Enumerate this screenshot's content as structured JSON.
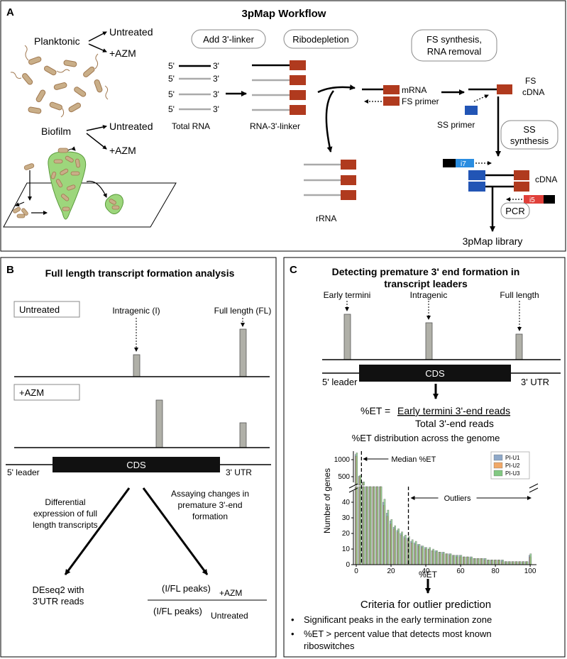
{
  "panel_a": {
    "letter": "A",
    "title": "3pMap Workflow",
    "planktonic": "Planktonic",
    "biofilm": "Biofilm",
    "untreated_1": "Untreated",
    "azm_1": "+AZM",
    "untreated_2": "Untreated",
    "azm_2": "+AZM",
    "step_add_linker": "Add 3'-linker",
    "step_ribodepletion": "Ribodepletion",
    "step_fs_line1": "FS synthesis,",
    "step_fs_line2": "RNA removal",
    "step_ss_line1": "SS",
    "step_ss_line2": "synthesis",
    "step_pcr": "PCR",
    "five_prime": "5'",
    "three_prime": "3'",
    "total_rna": "Total RNA",
    "rna_linker": "RNA-3'-linker",
    "mrna": "mRNA",
    "fs_primer": "FS primer",
    "rrna": "rRNA",
    "fs_cdna_line1": "FS",
    "fs_cdna_line2": "cDNA",
    "ss_primer": "SS primer",
    "i7": "i7",
    "i5": "i5",
    "cdna": "cDNA",
    "library": "3pMap library"
  },
  "panel_b": {
    "letter": "B",
    "title": "Full length transcript formation analysis",
    "untreated": "Untreated",
    "azm": "+AZM",
    "intragenic": "Intragenic (I)",
    "full_length": "Full length (FL)",
    "cds": "CDS",
    "five_leader": "5' leader",
    "three_utr": "3' UTR",
    "left_text": [
      "Differential",
      "expression of full",
      "length transcripts"
    ],
    "right_text": [
      "Assaying changes in",
      "premature 3'-end",
      "formation"
    ],
    "deseq_line1": "DEseq2 with",
    "deseq_line2": "3'UTR reads",
    "ratio_num": "(I/FL peaks)",
    "ratio_num_sub": "+AZM",
    "ratio_den": "(I/FL peaks)",
    "ratio_den_sub": "Untreated"
  },
  "panel_c": {
    "letter": "C",
    "title_line1": "Detecting premature 3' end formation in",
    "title_line2": "transcript leaders",
    "early_termini": "Early termini",
    "intragenic": "Intragenic",
    "full_length": "Full length",
    "cds": "CDS",
    "five_leader": "5' leader",
    "three_utr": "3' UTR",
    "et_label": "%ET = ",
    "et_numerator": "Early termini 3'-end reads",
    "et_denominator": "Total 3'-end reads",
    "criteria_title": "Criteria for outlier prediction",
    "criteria": [
      "Significant peaks in the early termination zone",
      "%ET > percent  value that detects most known",
      "riboswitches"
    ]
  },
  "colors": {
    "rna_red": "#b03a1e",
    "primer_blue": "#2255b5",
    "i7_blue": "#2a8de0",
    "i5_red": "#e0403a",
    "biofilm_green": "#9dd67c",
    "bacteria_tan": "#c9ae88",
    "peak_gray": "#b0b0a8",
    "series_u1": "#8fa8c8",
    "series_u2": "#f0a868",
    "series_u3": "#82c882"
  },
  "chart_data": {
    "type": "bar",
    "title": "%ET distribution across the genome",
    "xlabel": "%ET",
    "ylabel": "Number of genes",
    "legend_position": "top-right",
    "broken_y_axis": true,
    "ylim_lower": [
      0,
      50
    ],
    "ylim_upper": [
      250,
      1250
    ],
    "xlim": [
      0,
      102
    ],
    "xticks": [
      0,
      20,
      40,
      60,
      80,
      100
    ],
    "yticks_lower": [
      0,
      10,
      20,
      30,
      40
    ],
    "yticks_upper": [
      500,
      1000
    ],
    "x": [
      0,
      2,
      4,
      6,
      8,
      10,
      12,
      14,
      16,
      18,
      20,
      22,
      24,
      26,
      28,
      30,
      32,
      34,
      36,
      38,
      40,
      42,
      44,
      46,
      48,
      50,
      52,
      54,
      56,
      58,
      60,
      62,
      64,
      66,
      68,
      70,
      72,
      74,
      76,
      78,
      80,
      82,
      84,
      86,
      88,
      90,
      92,
      94,
      96,
      98,
      100
    ],
    "series": [
      {
        "name": "PI-U1",
        "values": [
          1150,
          520,
          340,
          230,
          150,
          105,
          85,
          55,
          40,
          33,
          28,
          24,
          22,
          20,
          18,
          17,
          15,
          14,
          13,
          12,
          11,
          10,
          9,
          9,
          8,
          8,
          7,
          7,
          6,
          6,
          6,
          5,
          5,
          5,
          4,
          4,
          4,
          4,
          3,
          3,
          3,
          3,
          3,
          2,
          2,
          2,
          2,
          2,
          2,
          2,
          6
        ]
      },
      {
        "name": "PI-U2",
        "values": [
          1100,
          500,
          330,
          220,
          140,
          100,
          80,
          52,
          38,
          31,
          26,
          23,
          21,
          19,
          17,
          16,
          14,
          13,
          12,
          11,
          10,
          10,
          9,
          8,
          8,
          7,
          7,
          6,
          6,
          5,
          5,
          5,
          5,
          4,
          4,
          4,
          4,
          3,
          3,
          3,
          3,
          3,
          2,
          2,
          2,
          2,
          2,
          2,
          2,
          2,
          5
        ]
      },
      {
        "name": "PI-U3",
        "values": [
          1200,
          540,
          350,
          240,
          155,
          110,
          88,
          57,
          42,
          35,
          29,
          25,
          23,
          21,
          19,
          18,
          16,
          15,
          13,
          12,
          11,
          11,
          10,
          9,
          8,
          8,
          7,
          7,
          6,
          6,
          6,
          5,
          5,
          5,
          4,
          4,
          4,
          4,
          3,
          3,
          3,
          3,
          3,
          2,
          2,
          2,
          2,
          2,
          2,
          2,
          7
        ]
      }
    ],
    "annotations": [
      {
        "text": "Median %ET",
        "x": 3
      },
      {
        "text": "Outliers",
        "x": 30
      }
    ]
  }
}
